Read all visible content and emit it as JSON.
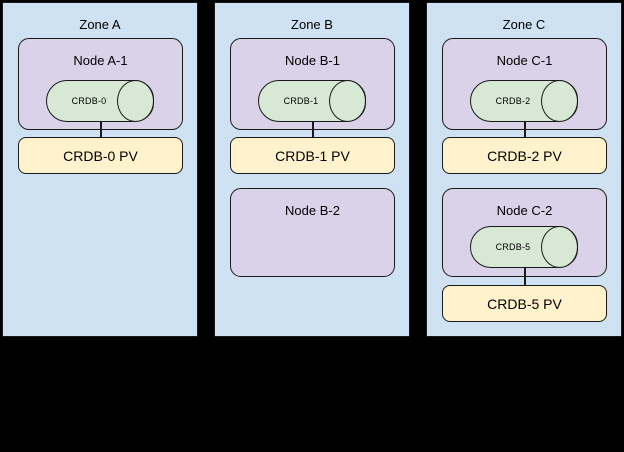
{
  "diagram": {
    "colors": {
      "background": "#000000",
      "zone_fill": "#cfe2f3",
      "node_fill": "#d9d2e9",
      "cylinder_fill": "#d7e9d4",
      "pv_fill": "#fff2cc",
      "border": "#1a1a1a",
      "text": "#000000"
    },
    "zones": [
      {
        "label": "Zone A",
        "nodes": [
          {
            "label": "Node A-1",
            "cylinder": "CRDB-0",
            "pv": "CRDB-0 PV"
          }
        ]
      },
      {
        "label": "Zone B",
        "nodes": [
          {
            "label": "Node B-1",
            "cylinder": "CRDB-1",
            "pv": "CRDB-1 PV"
          },
          {
            "label": "Node B-2"
          }
        ]
      },
      {
        "label": "Zone C",
        "nodes": [
          {
            "label": "Node C-1",
            "cylinder": "CRDB-2",
            "pv": "CRDB-2 PV"
          },
          {
            "label": "Node C-2",
            "cylinder": "CRDB-5",
            "pv": "CRDB-5 PV"
          }
        ]
      }
    ]
  }
}
